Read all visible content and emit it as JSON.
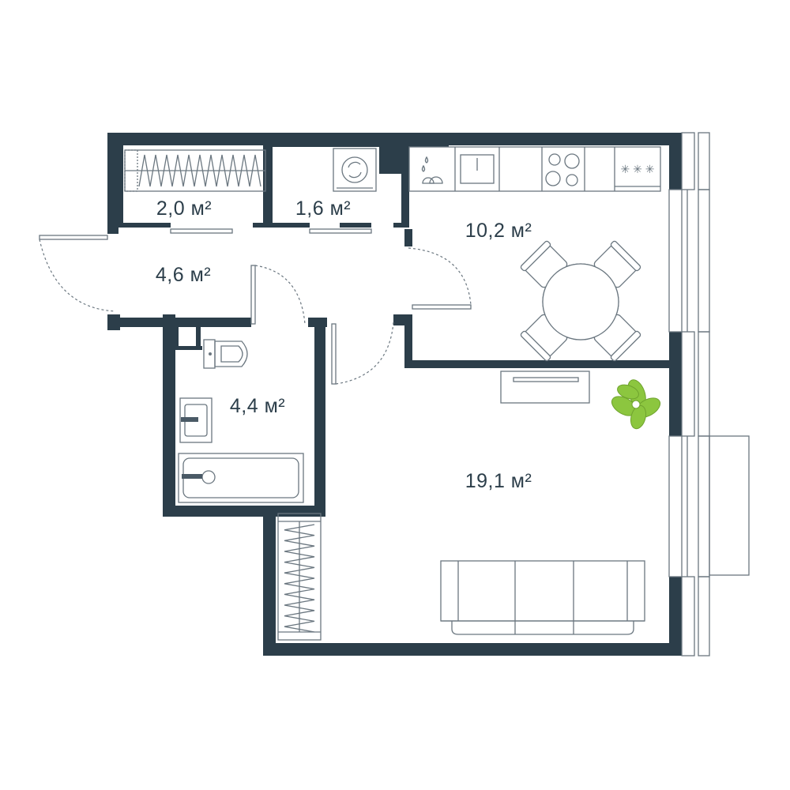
{
  "colors": {
    "wall": "#2c3e4a",
    "furniture_line": "#6b7780",
    "plant": "#8cc63f",
    "background": "#ffffff"
  },
  "rooms": [
    {
      "id": "wardrobe",
      "area": "2,0 м²"
    },
    {
      "id": "laundry",
      "area": "1,6 м²"
    },
    {
      "id": "kitchen",
      "area": "10,2 м²"
    },
    {
      "id": "hallway",
      "area": "4,6 м²"
    },
    {
      "id": "bathroom",
      "area": "4,4 м²"
    },
    {
      "id": "living-room",
      "area": "19,1 м²"
    }
  ],
  "icons": [
    "washing-machine-icon",
    "sink-icon",
    "dishes-icon",
    "hob-icon",
    "oven-icon",
    "dining-table-icon",
    "chair-icon",
    "tv-stand-icon",
    "plant-icon",
    "toilet-icon",
    "washbasin-icon",
    "bathtub-icon",
    "sofa-icon",
    "wardrobe-icon"
  ]
}
